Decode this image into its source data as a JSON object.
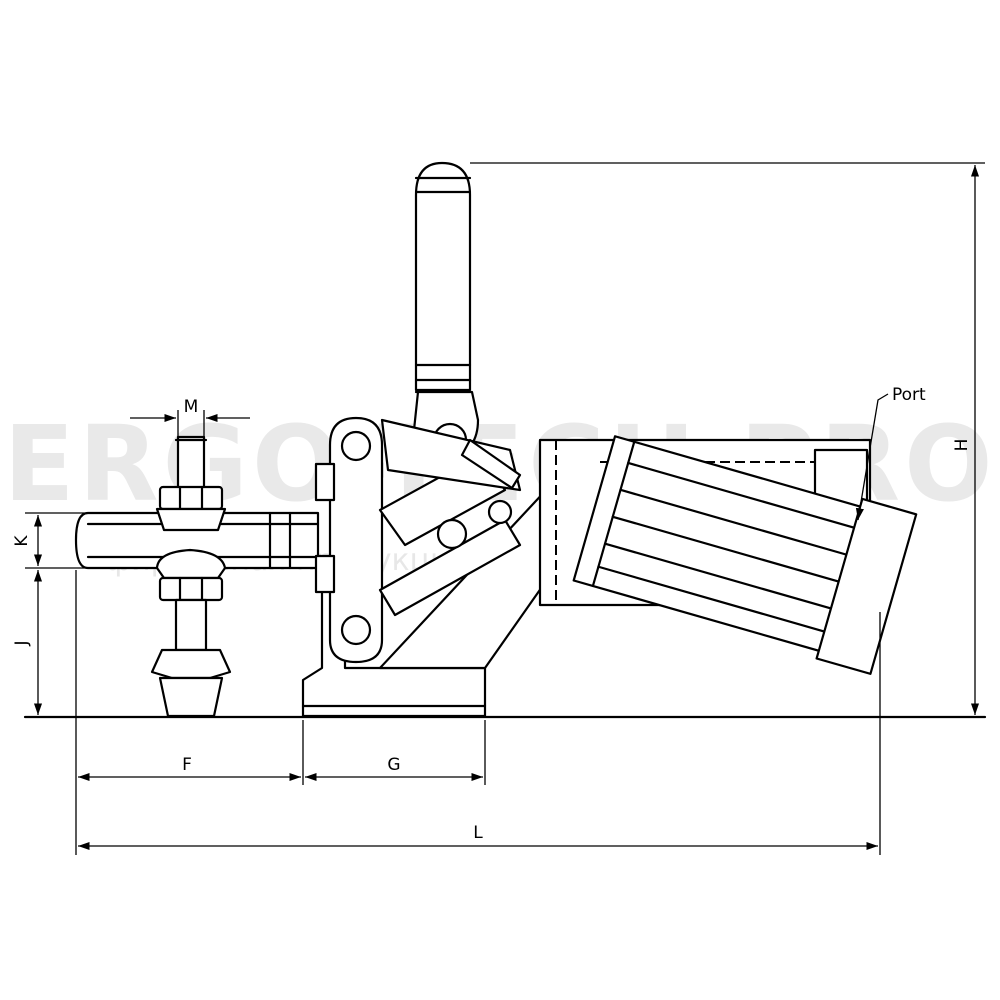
{
  "watermark": {
    "brand": "ERGO-TECH PRO",
    "tagline": "фирменная продукция оборудования для вашего"
  },
  "dimensions": {
    "M": "M",
    "K": "K",
    "J": "J",
    "F": "F",
    "G": "G",
    "L": "L",
    "H": "H"
  },
  "callouts": {
    "port": "Port"
  },
  "colors": {
    "line": "#000000",
    "background": "#ffffff",
    "watermark": "#e9e9e9"
  }
}
